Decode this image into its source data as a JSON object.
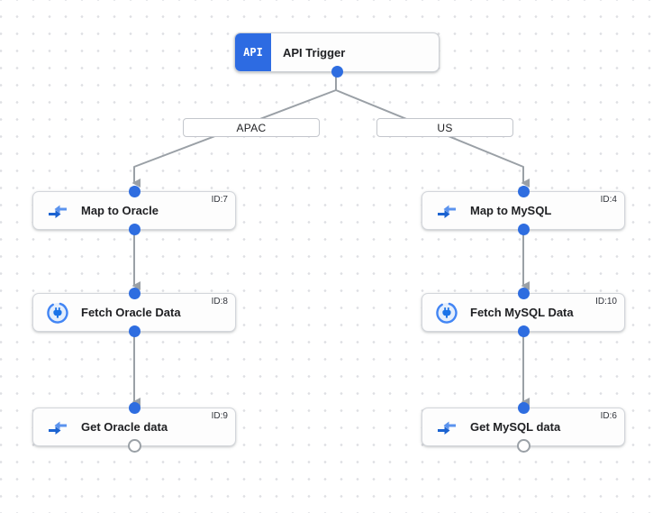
{
  "trigger": {
    "label": "API Trigger",
    "icon_text": "API",
    "icon_name": "api-trigger-icon"
  },
  "branches": [
    {
      "label": "APAC"
    },
    {
      "label": "US"
    }
  ],
  "nodes": [
    {
      "label": "Map to Oracle",
      "id_label": "ID:7",
      "icon": "data-mapping-icon"
    },
    {
      "label": "Fetch Oracle Data",
      "id_label": "ID:8",
      "icon": "connector-icon"
    },
    {
      "label": "Get Oracle data",
      "id_label": "ID:9",
      "icon": "data-mapping-icon"
    },
    {
      "label": "Map to MySQL",
      "id_label": "ID:4",
      "icon": "data-mapping-icon"
    },
    {
      "label": "Fetch MySQL Data",
      "id_label": "ID:10",
      "icon": "connector-icon"
    },
    {
      "label": "Get MySQL data",
      "id_label": "ID:6",
      "icon": "data-mapping-icon"
    }
  ],
  "colors": {
    "accent_blue": "#2d6be2",
    "port_blue": "#2e6de0",
    "edge_gray": "#9aa0a6",
    "node_border": "#d3d6db",
    "grid_dot": "#dedfe3",
    "mapping_arrow_dark": "#1b63d1",
    "mapping_arrow_light": "#5b93ee",
    "connector_fill": "#e4eefc",
    "connector_ring": "#4285f4",
    "connector_plug": "#1a73e8"
  }
}
